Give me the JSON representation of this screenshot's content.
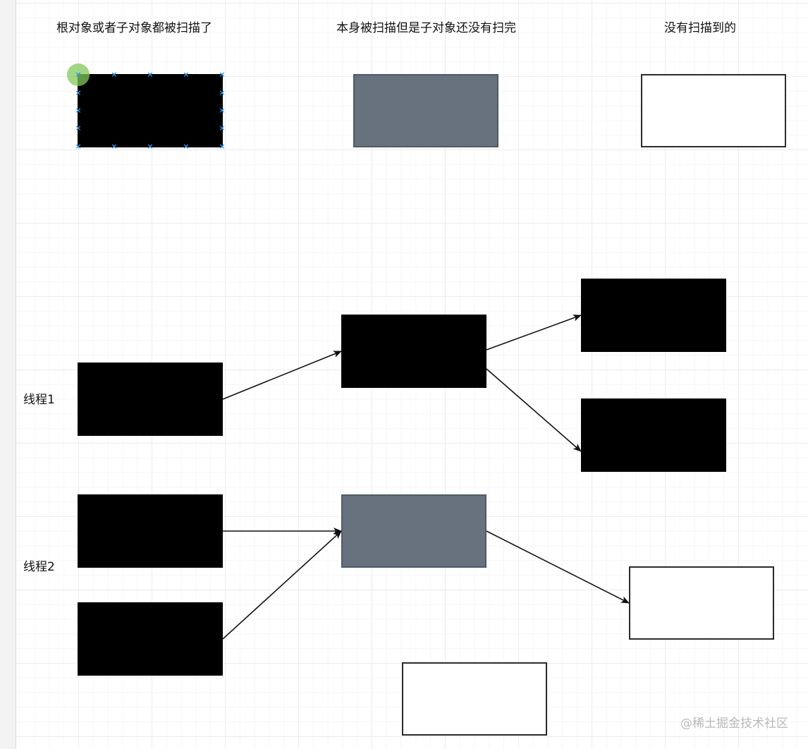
{
  "colors": {
    "black_fill": "#000000",
    "gray_fill": "#67727e",
    "white_fill": "#ffffff",
    "arrow": "#111111",
    "selection_handle": "#2f95e6",
    "selection_dot": "#82c85a"
  },
  "legend": {
    "black_caption": "根对象或者子对象都被扫描了",
    "gray_caption": "本身被扫描但是子对象还没有扫完",
    "white_caption": "没有扫描到的"
  },
  "threads": {
    "thread1": "线程1",
    "thread2": "线程2"
  },
  "watermark": "@稀土掘金技术社区"
}
